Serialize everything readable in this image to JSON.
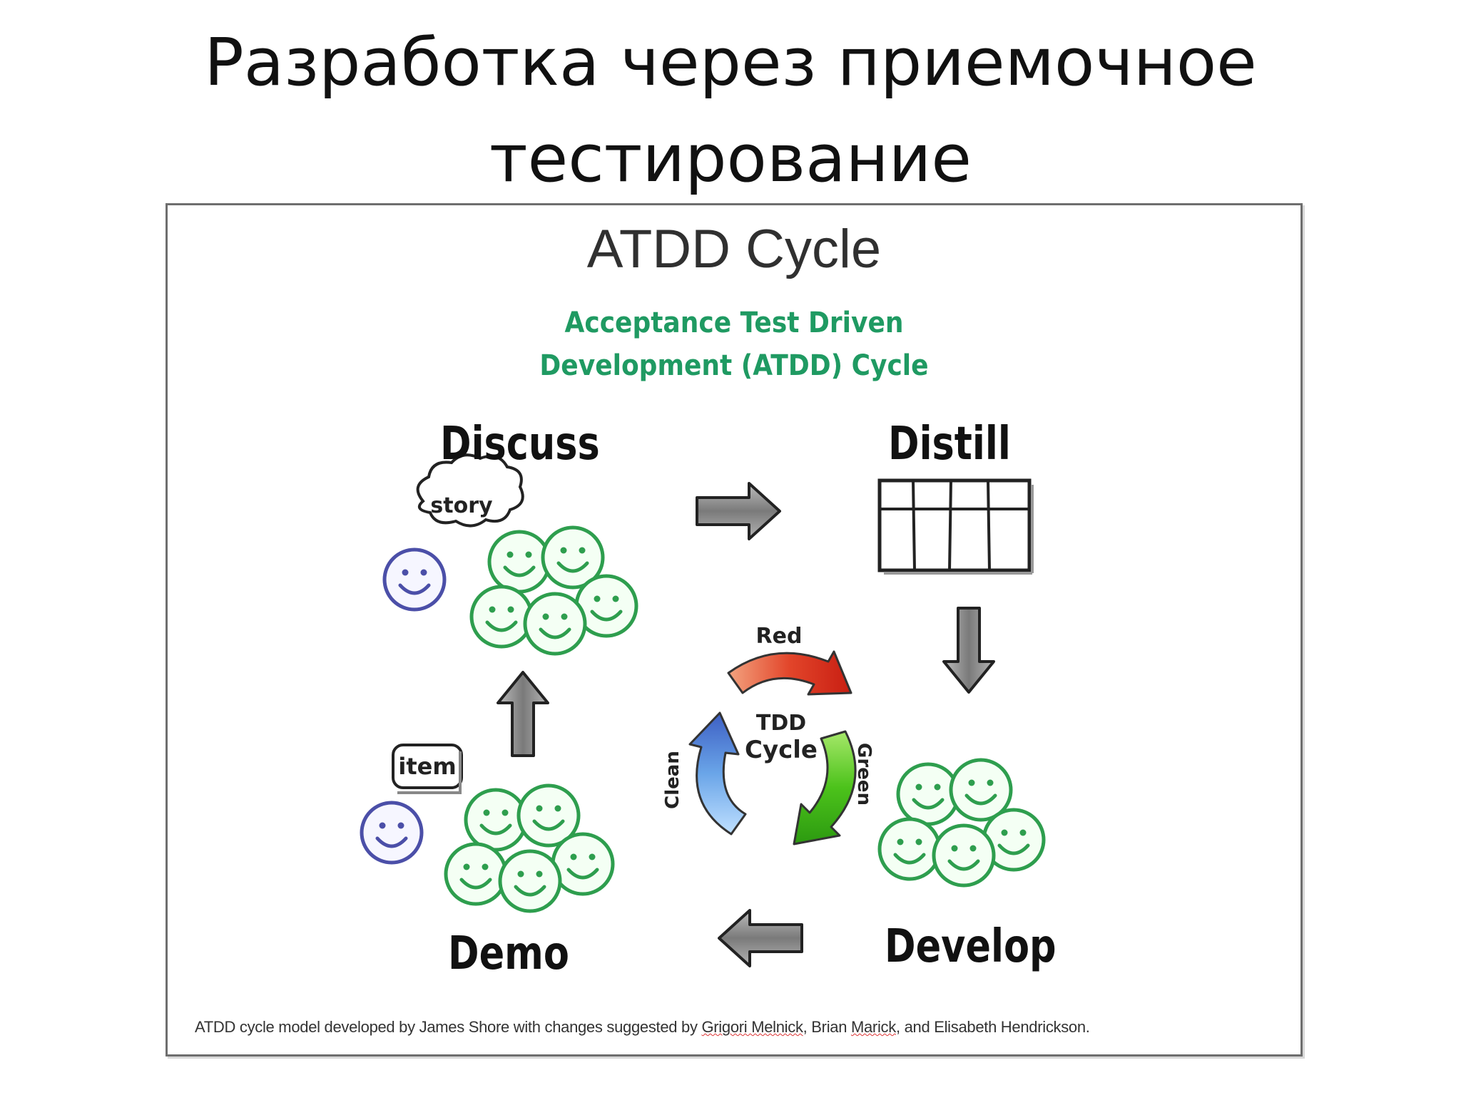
{
  "slide": {
    "title_line1": "Разработка через приемочное",
    "title_line2": "тестирование"
  },
  "figure": {
    "title": "ATDD Cycle",
    "subtitle_line1": "Acceptance Test Driven",
    "subtitle_line2": "Development (ATDD) Cycle",
    "stages": {
      "discuss": "Discuss",
      "distill": "Distill",
      "develop": "Develop",
      "demo": "Demo"
    },
    "bubble_story": "story",
    "bubble_item": "item",
    "tdd": {
      "center_line1": "TDD",
      "center_line2": "Cycle",
      "red": "Red",
      "green": "Green",
      "clean": "Clean"
    },
    "credit": {
      "part1": "ATDD cycle model developed by James Shore with changes suggested by ",
      "name1": "Grigori Melnick",
      "part2": ", Brian ",
      "name2": "Marick",
      "part3": ", and Elisabeth Hendrickson."
    },
    "colors": {
      "subtitle_green": "#1f9a62",
      "smiley_green": "#2e9e4e",
      "smiley_blue": "#4b4fa8",
      "arrow_gray": "#8a8a8a",
      "tdd_red": "#e2452a",
      "tdd_green": "#4cc21b",
      "tdd_blue": "#4f86d6"
    },
    "icons": [
      "right-arrow-icon",
      "down-arrow-icon",
      "left-arrow-icon",
      "up-arrow-icon",
      "acceptance-table-icon",
      "smiley-face-icon",
      "cloud-bubble-icon",
      "item-tag-icon"
    ]
  }
}
